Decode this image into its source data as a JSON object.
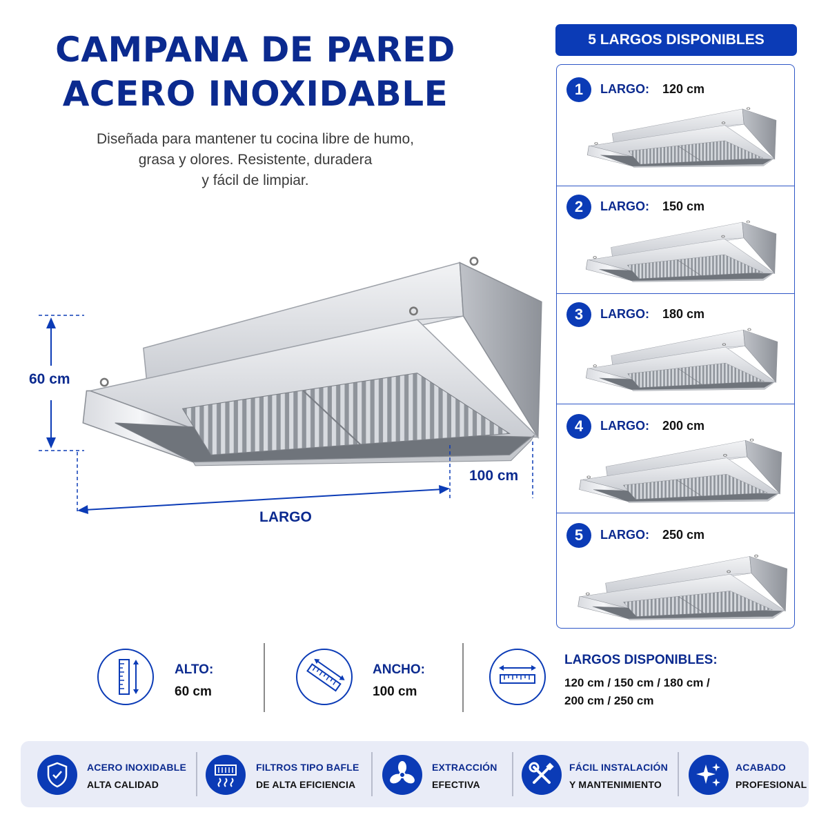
{
  "header": {
    "title_line1": "CAMPANA DE PARED",
    "title_line2": "ACERO INOXIDABLE",
    "subtitle_line1": "Diseñada para mantener tu cocina libre de humo,",
    "subtitle_line2": "grasa y olores. Resistente, duradera",
    "subtitle_line3": "y fácil de limpiar."
  },
  "dimensions": {
    "height": "60 cm",
    "depth": "100 cm",
    "length": "LARGO"
  },
  "variants_panel": {
    "title": "5 LARGOS DISPONIBLES",
    "items": [
      {
        "number": "1",
        "label": "LARGO:",
        "value": "120 cm"
      },
      {
        "number": "2",
        "label": "LARGO:",
        "value": "150 cm"
      },
      {
        "number": "3",
        "label": "LARGO:",
        "value": "180 cm"
      },
      {
        "number": "4",
        "label": "LARGO:",
        "value": "200 cm"
      },
      {
        "number": "5",
        "label": "LARGO:",
        "value": "250 cm"
      }
    ]
  },
  "specs": {
    "alto": {
      "label": "ALTO:",
      "value": "60 cm",
      "icon": "vertical-ruler-icon"
    },
    "ancho": {
      "label": "ANCHO:",
      "value": "100 cm",
      "icon": "diagonal-ruler-icon"
    },
    "largos": {
      "label": "LARGOS DISPONIBLES:",
      "value_line1": "120 cm / 150 cm / 180 cm /",
      "value_line2": "200 cm / 250 cm",
      "icon": "horizontal-ruler-icon"
    }
  },
  "features": [
    {
      "line1": "ACERO INOXIDABLE",
      "line2": "ALTA CALIDAD",
      "icon": "shield-icon"
    },
    {
      "line1": "FILTROS TIPO BAFLE",
      "line2": "DE ALTA EFICIENCIA",
      "icon": "filter-icon"
    },
    {
      "line1": "EXTRACCIÓN",
      "line2": "EFECTIVA",
      "icon": "fan-icon"
    },
    {
      "line1": "FÁCIL INSTALACIÓN",
      "line2": "Y MANTENIMIENTO",
      "icon": "tools-icon"
    },
    {
      "line1": "ACABADO",
      "line2": "PROFESIONAL",
      "icon": "sparkle-icon"
    }
  ],
  "colors": {
    "brand_blue": "#0b3bb6",
    "title_blue": "#0b2a8f",
    "feature_bar": "#e9ecf7"
  }
}
